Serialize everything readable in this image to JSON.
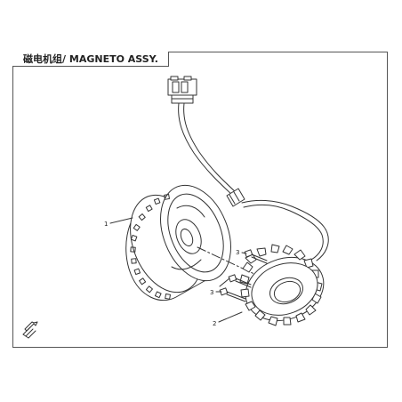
{
  "title": "磁电机组/ MAGNETO ASSY.",
  "callouts": {
    "flywheel": "1",
    "stator": "2",
    "bolt_upper": "3",
    "bolt_lower": "3"
  },
  "icons": {
    "corner": "orientation-arrow-icon"
  },
  "colors": {
    "line": "#333333",
    "fill": "#ffffff"
  }
}
